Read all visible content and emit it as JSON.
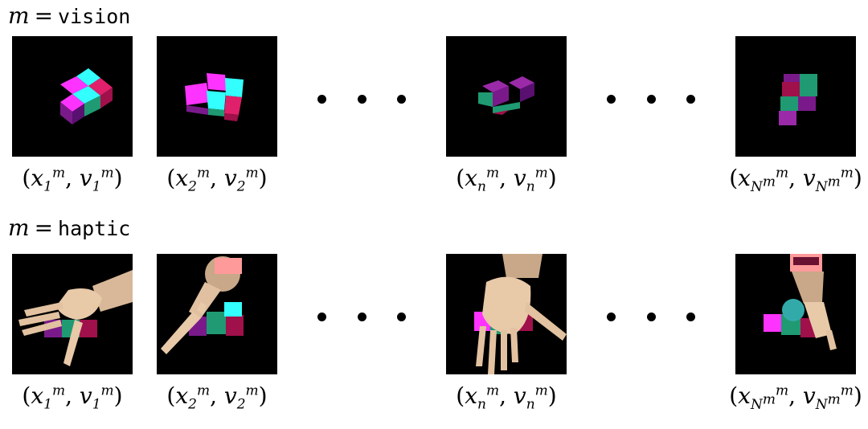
{
  "rows": [
    {
      "title": {
        "var": "m",
        "eq": "=",
        "value": "vision"
      },
      "samples": [
        {
          "x": "x",
          "v": "v",
          "sup": "m",
          "sub": "1"
        },
        {
          "x": "x",
          "v": "v",
          "sup": "m",
          "sub": "2"
        },
        {
          "x": "x",
          "v": "v",
          "sup": "m",
          "sub": "n"
        },
        {
          "x": "x",
          "v": "v",
          "sup": "m",
          "sub": "N",
          "subsup": "m"
        }
      ]
    },
    {
      "title": {
        "var": "m",
        "eq": "=",
        "value": "haptic"
      },
      "samples": [
        {
          "x": "x",
          "v": "v",
          "sup": "m",
          "sub": "1"
        },
        {
          "x": "x",
          "v": "v",
          "sup": "m",
          "sub": "2"
        },
        {
          "x": "x",
          "v": "v",
          "sup": "m",
          "sub": "n"
        },
        {
          "x": "x",
          "v": "v",
          "sup": "m",
          "sub": "N",
          "subsup": "m"
        }
      ]
    }
  ],
  "colors": {
    "magenta": "#ff33ff",
    "cyan": "#33ffff",
    "crimson": "#e0206a",
    "teal": "#1f9a72",
    "purple": "#7a1a8a",
    "hand": "#e8c9a8"
  }
}
